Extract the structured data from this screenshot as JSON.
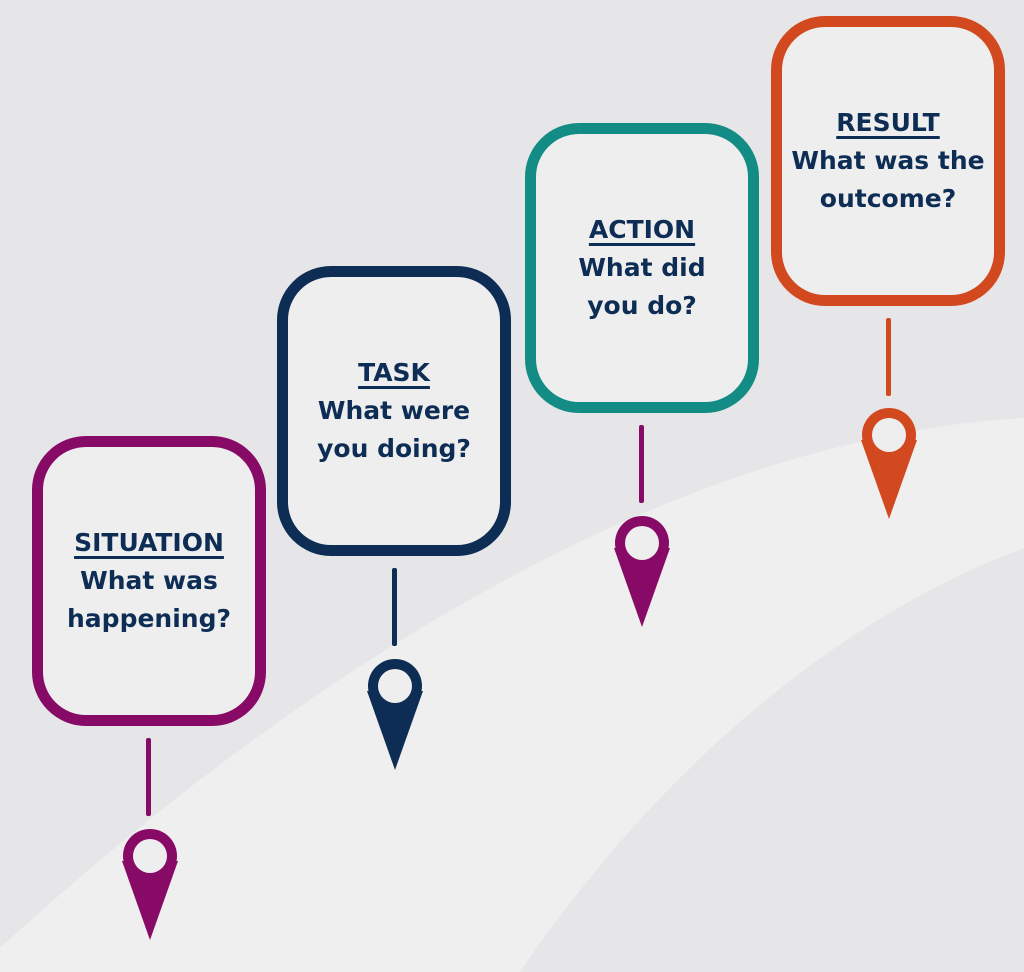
{
  "colors": {
    "background": "#e6e6e8",
    "path": "#efefef",
    "text": "#0e2d55",
    "situation": "#880a67",
    "task": "#0e2d55",
    "action": "#138c85",
    "result": "#d2491f"
  },
  "steps": [
    {
      "id": "situation",
      "title": "SITUATION",
      "question_line1": "What was",
      "question_line2": "happening?",
      "pin_icon": "map-pin-icon"
    },
    {
      "id": "task",
      "title": "TASK",
      "question_line1": "What were",
      "question_line2": "you doing?",
      "pin_icon": "map-pin-icon"
    },
    {
      "id": "action",
      "title": "ACTION",
      "question_line1": "What did",
      "question_line2": "you do?",
      "pin_icon": "map-pin-icon"
    },
    {
      "id": "result",
      "title": "RESULT",
      "question_line1": "What was the",
      "question_line2": "outcome?",
      "pin_icon": "map-pin-icon"
    }
  ]
}
